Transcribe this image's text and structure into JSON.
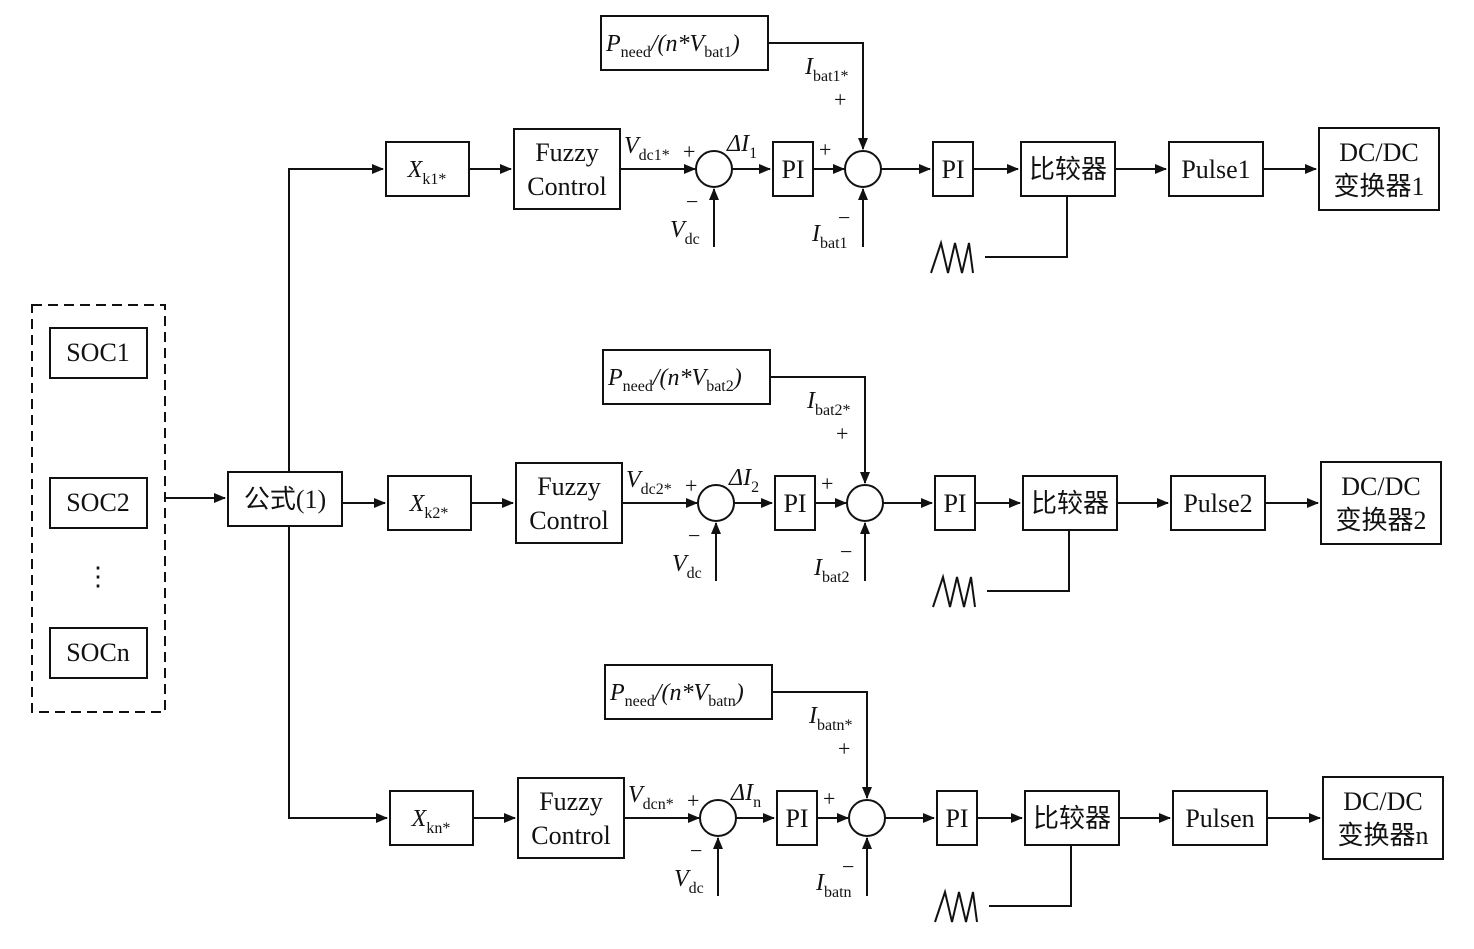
{
  "soc_group": {
    "items": [
      "SOC1",
      "SOC2",
      "⋮",
      "SOCn"
    ]
  },
  "formula_box": "公式(1)",
  "branches": [
    {
      "x_sym": "X",
      "x_sub": "k1*",
      "fuzzy": [
        "Fuzzy",
        "Control"
      ],
      "vdc_ref_sym": "V",
      "vdc_ref_sub": "dc1*",
      "delta_sym": "ΔI",
      "delta_sub": "1",
      "vdc_sym": "V",
      "vdc_sub": "dc",
      "pi1": "PI",
      "pneed": {
        "P": "P",
        "need": "need",
        "mid": "/(n*V",
        "bat": "bat1",
        "close": ")"
      },
      "ibat_ref_sym": "I",
      "ibat_ref_sub": "bat1*",
      "ibat_sym": "I",
      "ibat_sub": "bat1",
      "pi2": "PI",
      "comparator": "比较器",
      "carrier": "/\\/\\",
      "pulse": "Pulse1",
      "converter": [
        "DC/DC",
        "变换器1"
      ],
      "plus": "+",
      "minus": "−"
    },
    {
      "x_sym": "X",
      "x_sub": "k2*",
      "fuzzy": [
        "Fuzzy",
        "Control"
      ],
      "vdc_ref_sym": "V",
      "vdc_ref_sub": "dc2*",
      "delta_sym": "ΔI",
      "delta_sub": "2",
      "vdc_sym": "V",
      "vdc_sub": "dc",
      "pi1": "PI",
      "pneed": {
        "P": "P",
        "need": "need",
        "mid": "/(n*V",
        "bat": "bat2",
        "close": ")"
      },
      "ibat_ref_sym": "I",
      "ibat_ref_sub": "bat2*",
      "ibat_sym": "I",
      "ibat_sub": "bat2",
      "pi2": "PI",
      "comparator": "比较器",
      "carrier": "/\\/\\",
      "pulse": "Pulse2",
      "converter": [
        "DC/DC",
        "变换器2"
      ],
      "plus": "+",
      "minus": "−"
    },
    {
      "x_sym": "X",
      "x_sub": "kn*",
      "fuzzy": [
        "Fuzzy",
        "Control"
      ],
      "vdc_ref_sym": "V",
      "vdc_ref_sub": "dcn*",
      "delta_sym": "ΔI",
      "delta_sub": "n",
      "vdc_sym": "V",
      "vdc_sub": "dc",
      "pi1": "PI",
      "pneed": {
        "P": "P",
        "need": "need",
        "mid": "/(n*V",
        "bat": "batn",
        "close": ")"
      },
      "ibat_ref_sym": "I",
      "ibat_ref_sub": "batn*",
      "ibat_sym": "I",
      "ibat_sub": "batn",
      "pi2": "PI",
      "comparator": "比较器",
      "carrier": "/\\/\\",
      "pulse": "Pulsen",
      "converter": [
        "DC/DC",
        "变换器n"
      ],
      "plus": "+",
      "minus": "−"
    }
  ]
}
